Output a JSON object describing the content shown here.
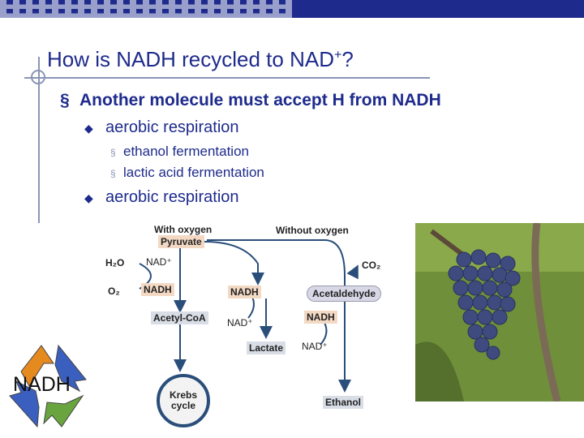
{
  "slide": {
    "title": "How is NADH recycled to NAD",
    "title_sup": "+",
    "title_end": "?",
    "bullet1": "Another molecule must accept H from NADH",
    "bullet1_marker": "§",
    "sub1": "aerobic respiration",
    "sub_marker": "◆",
    "subsub1": "ethanol fermentation",
    "subsub2": "lactic acid fermentation",
    "subsub_marker": "§",
    "sub2": "aerobic respiration",
    "logo_text": "NADH"
  },
  "diagram": {
    "with_oxygen": "With oxygen",
    "without_oxygen": "Without oxygen",
    "pyruvate": "Pyruvate",
    "h2o": "H₂O",
    "o2": "O₂",
    "nad_plus_1": "NAD⁺",
    "nadh_1": "NADH",
    "acetyl_coa": "Acetyl-CoA",
    "krebs": "Krebs cycle",
    "nadh_2": "NADH",
    "nad_plus_2": "NAD⁺",
    "lactate": "Lactate",
    "co2": "CO₂",
    "acetaldehyde": "Acetaldehyde",
    "nadh_3": "NADH",
    "nad_plus_3": "NAD⁺",
    "ethanol": "Ethanol"
  },
  "colors": {
    "title": "#1e2b8c",
    "arrow": "#2a4e7a",
    "box": "#f3d9c4"
  }
}
